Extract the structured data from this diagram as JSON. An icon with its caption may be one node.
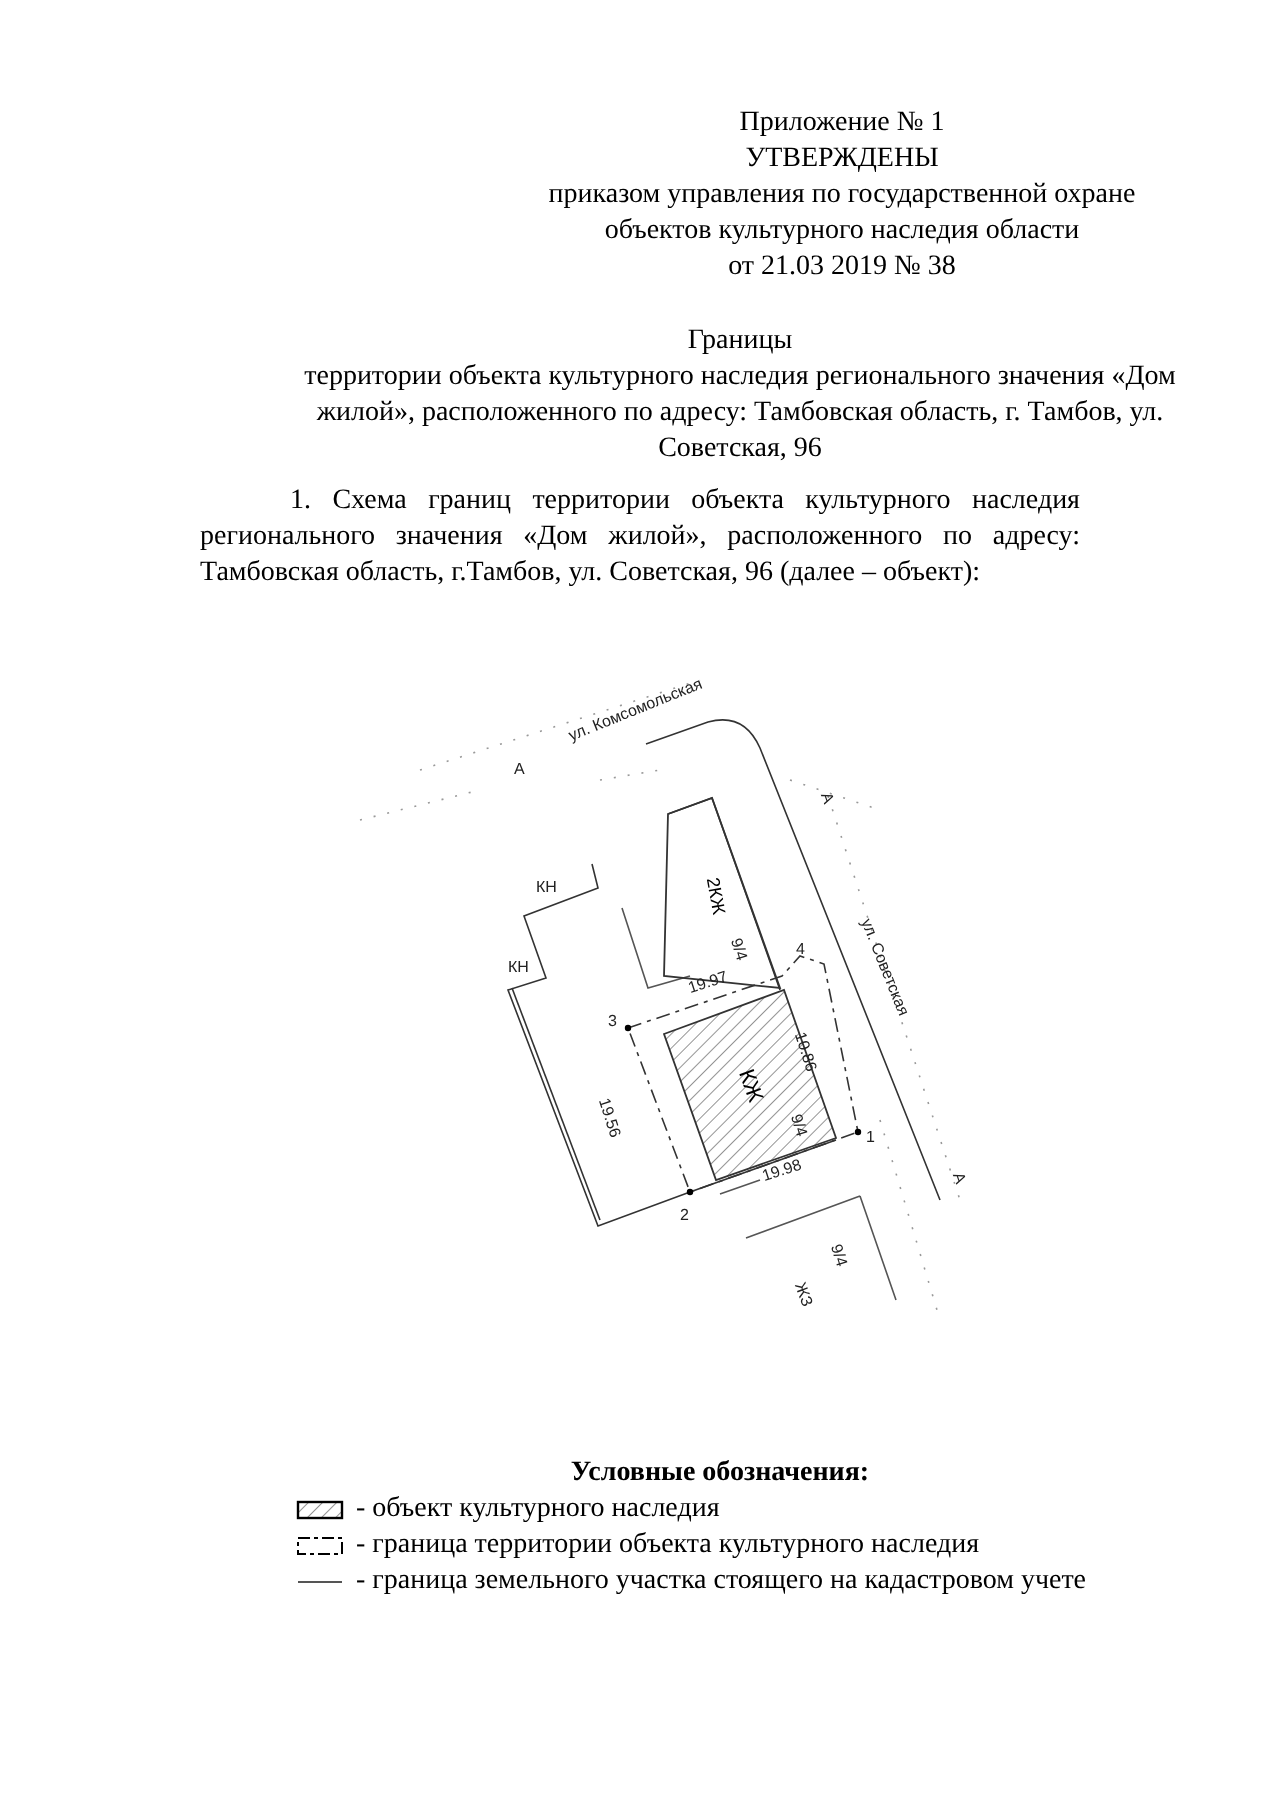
{
  "diagram": {
    "title": "Границы",
    "nodes": [
      {
        "text": [
          "КЖ"
        ]
      },
      {
        "text": [
          "2КЖ"
        ]
      }
    ],
    "labels": [
      "Приложение № 1",
      "УТВЕРЖДЕНЫ",
      "приказом управления по государственной охране объектов культурного наследия области",
      "от 21.03 2019 № 38",
      "территории объекта культурного наследия регионального значения «Дом жилой», расположенного по адресу: Тамбовская область, г. Тамбов, ул. Советская, 96",
      "1. Схема границ территории объекта культурного наследия регионального значения «Дом жилой», расположенного по адресу: Тамбовская область, г.Тамбов, ул. Советская, 96 (далее – объект):",
      "А",
      "ул. Комсомольская",
      "А",
      "КН",
      "КН",
      "9/4",
      "4",
      "19.97",
      "3",
      "ул. Советская",
      "10.86",
      "19.56",
      "9/4",
      "1",
      "19.98",
      "А",
      "2",
      "9/4",
      "ЖЗ",
      "Условные обозначения:"
    ],
    "legend": [
      {
        "text": "- объект культурного наследия"
      },
      {
        "text": "- граница территории объекта культурного наследия"
      },
      {
        "text": "- граница земельного участка стоящего на кадастровом учете"
      }
    ]
  }
}
